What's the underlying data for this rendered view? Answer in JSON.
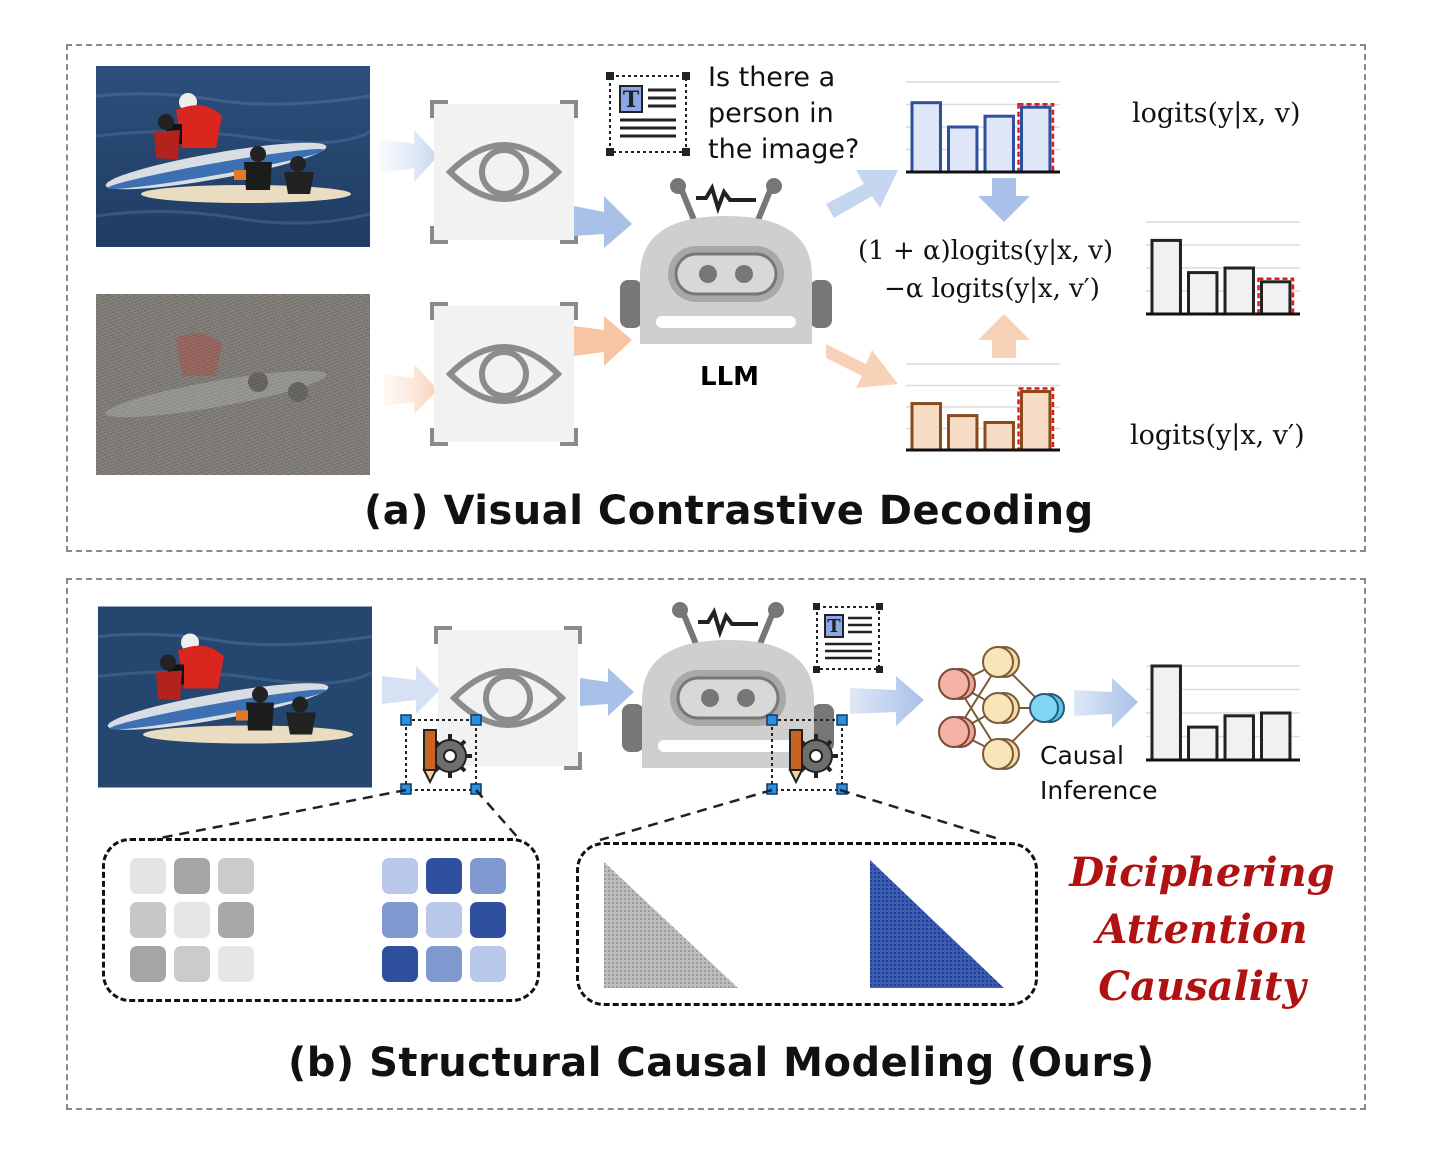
{
  "panel_a": {
    "title": "(a) Visual Contrastive Decoding",
    "question": [
      "Is there a",
      "person in",
      "the image?"
    ],
    "llm_label": "LLM",
    "formula_line1": "(1 + α)logits(y|x, v)",
    "formula_line2": "−α logits(y|x, v′)",
    "logits_top": "logits(y|x, v)",
    "logits_bottom": "logits(y|x, v′)"
  },
  "panel_b": {
    "title": "(b) Structural Causal Modeling (Ours)",
    "causal_label": [
      "Causal",
      "Inference"
    ],
    "emphasis": [
      "Diciphering",
      "Attention",
      "Causality"
    ]
  },
  "chart_data": [
    {
      "type": "bar",
      "series": [
        {
          "values": [
            77,
            50,
            62,
            72
          ]
        }
      ],
      "highlighted_index": 3
    },
    {
      "type": "bar",
      "series": [
        {
          "values": [
            80,
            45,
            50,
            35
          ]
        }
      ],
      "highlighted_index": 3
    },
    {
      "type": "bar",
      "series": [
        {
          "values": [
            54,
            40,
            32,
            68
          ]
        }
      ],
      "highlighted_index": 3
    },
    {
      "type": "bar",
      "series": [
        {
          "values": [
            100,
            35,
            47,
            50
          ]
        }
      ]
    }
  ],
  "colors": {
    "blue_bar": "#dfe6f7",
    "blue_edge": "#2e4f9e",
    "gray_bar": "#f1f1f1",
    "gray_edge": "#222222",
    "orange_bar": "#f7dcc6",
    "orange_edge": "#8a4a1e",
    "highlight": "#e01a1a",
    "emphasis": "#b01212"
  }
}
